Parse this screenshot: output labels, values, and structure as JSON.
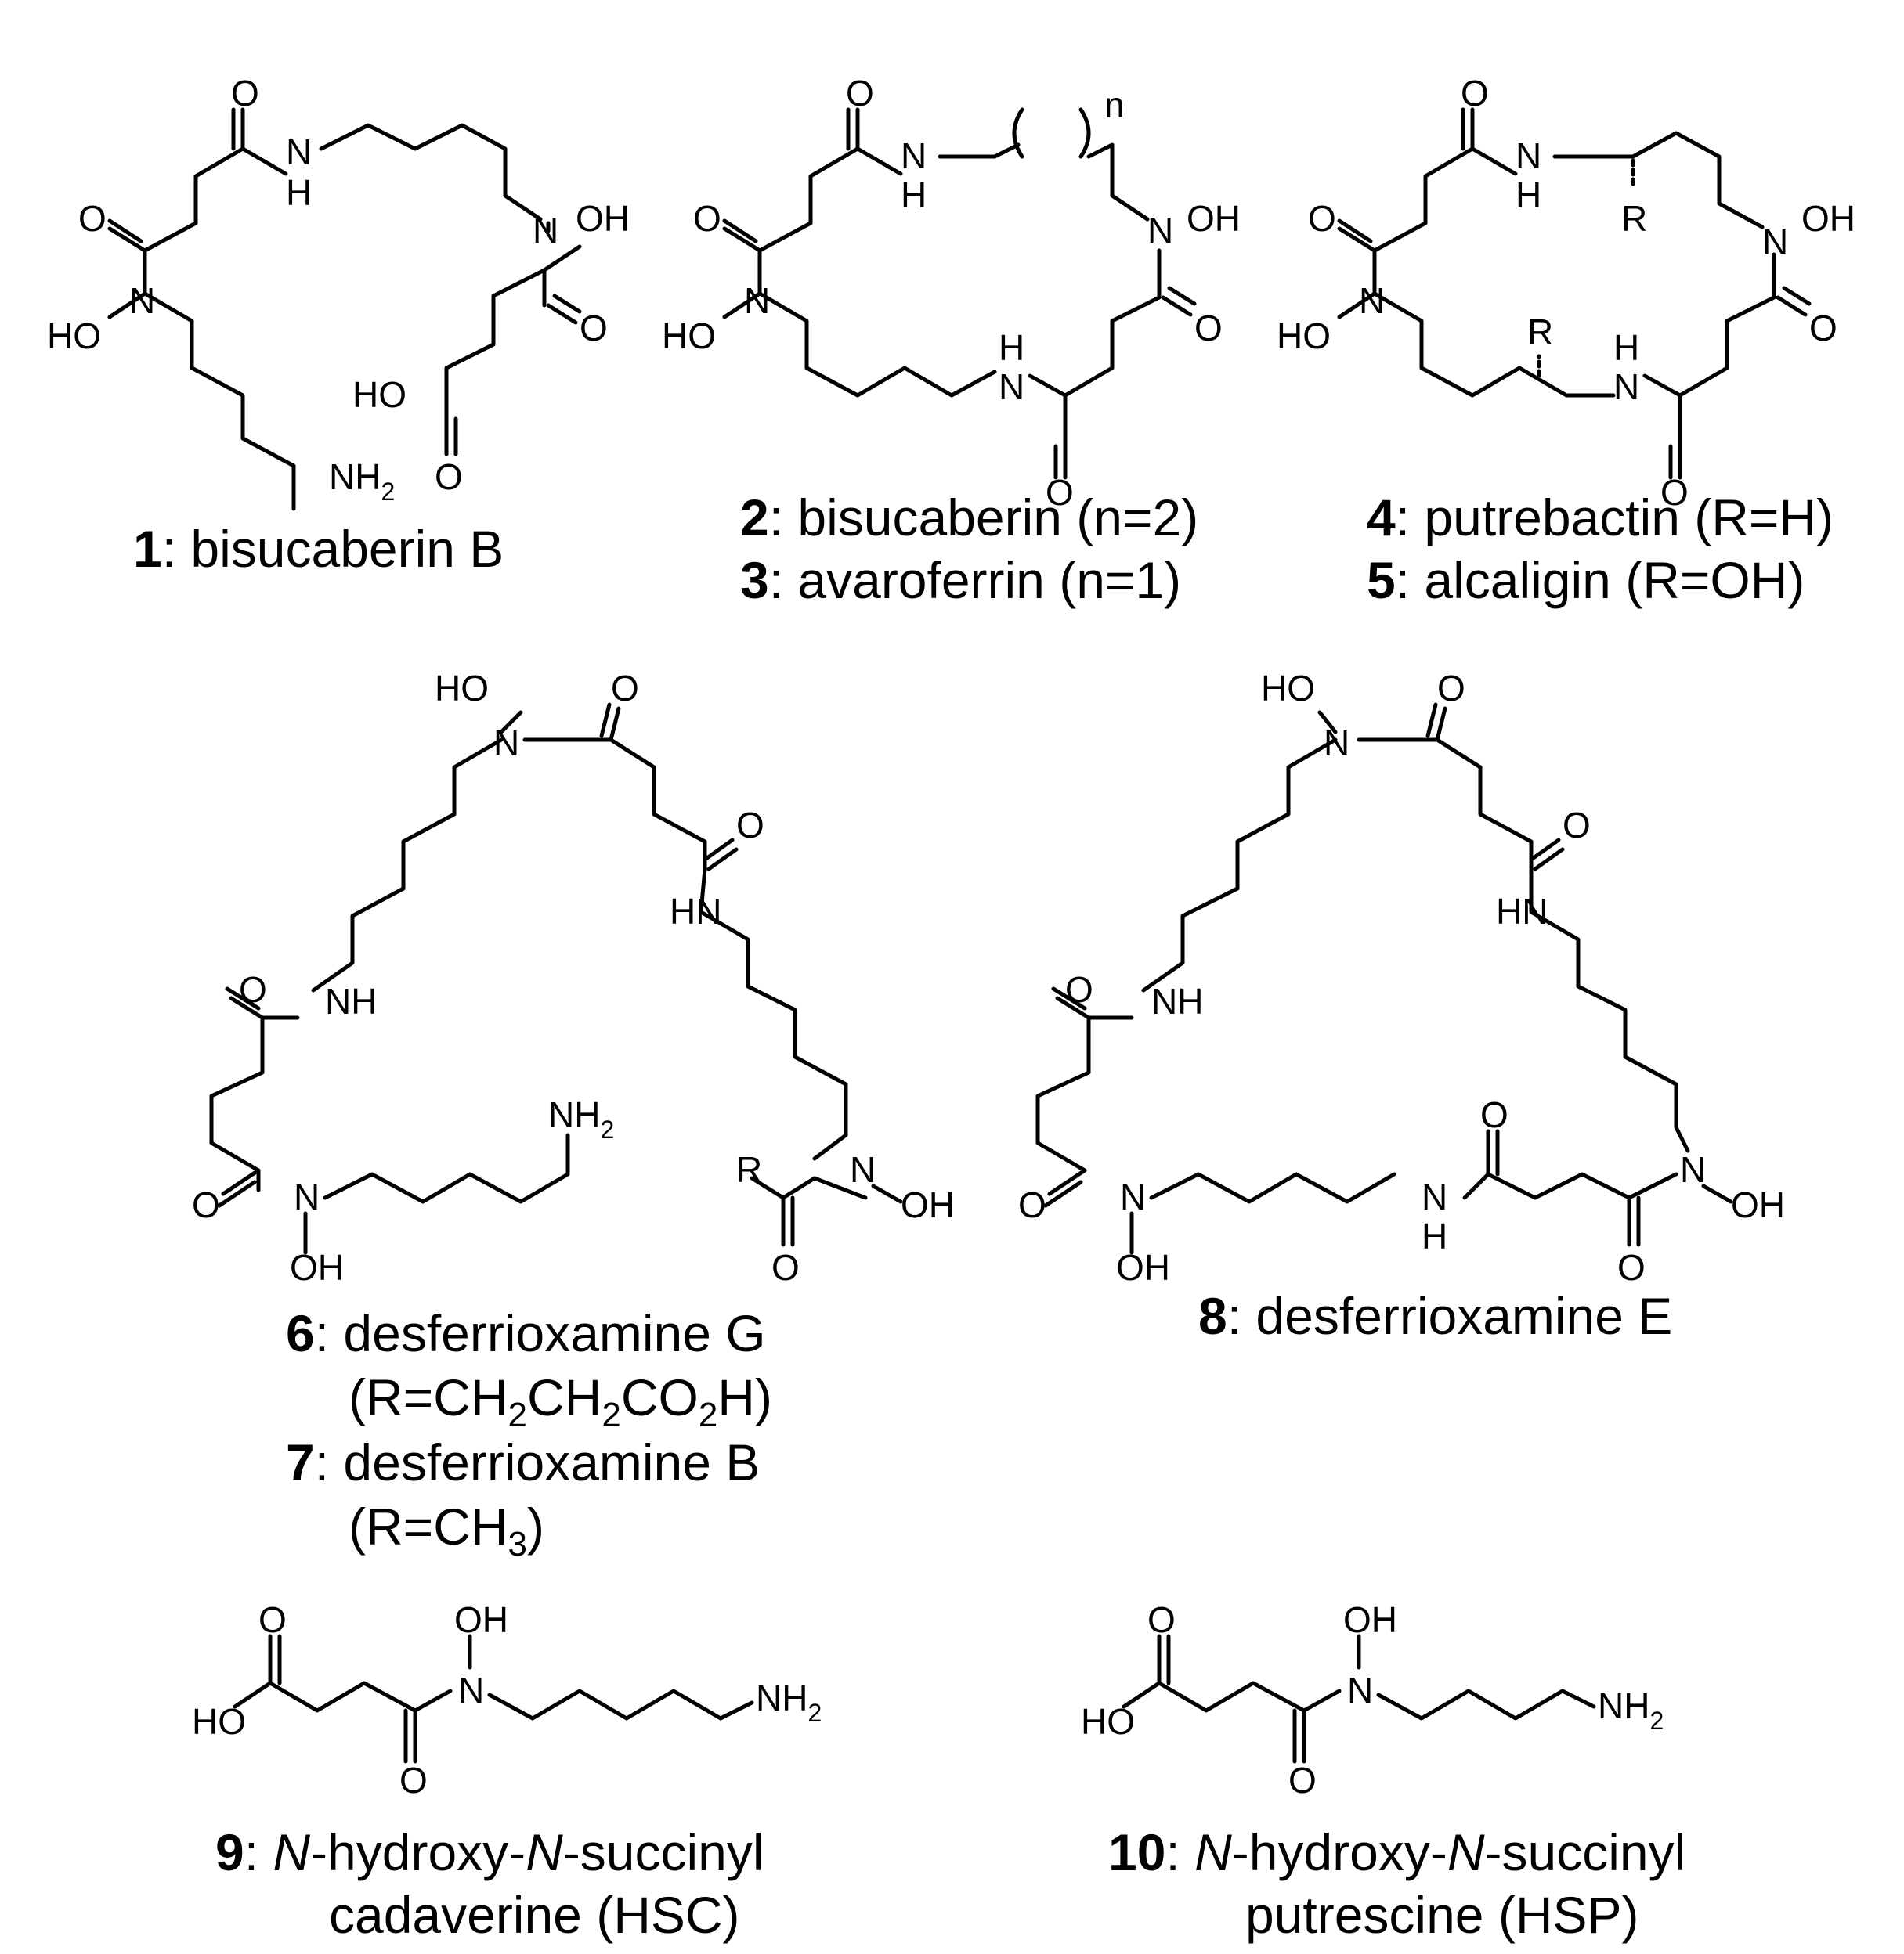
{
  "compounds": [
    {
      "num": "1",
      "name": "bisucaberin B"
    },
    {
      "num": "2",
      "name": "bisucaberin (n=2)"
    },
    {
      "num": "3",
      "name": "avaroferrin (n=1)"
    },
    {
      "num": "4",
      "name": "putrebactin (R=H)"
    },
    {
      "num": "5",
      "name": "alcaligin (R=OH)"
    },
    {
      "num": "6",
      "name": "desferrioxamine G",
      "formula": [
        "(R=CH",
        "2",
        "CH",
        "2",
        "CO",
        "2",
        "H)"
      ]
    },
    {
      "num": "7",
      "name": "desferrioxamine B",
      "formula": [
        "(R=CH",
        "3",
        ")"
      ]
    },
    {
      "num": "8",
      "name": "desferrioxamine E"
    },
    {
      "num": "9",
      "name_parts": [
        "N",
        "-hydroxy-",
        "N",
        "-succinyl"
      ],
      "line2": "cadaverine (HSC)"
    },
    {
      "num": "10",
      "name_parts": [
        "N",
        "-hydroxy-",
        "N",
        "-succinyl"
      ],
      "line2": "putrescine (HSP)"
    }
  ],
  "atoms": {
    "O": "O",
    "N": "N",
    "H": "H",
    "NH": "NH",
    "HN": "HN",
    "OH": "OH",
    "HO": "HO",
    "NH2": "NH",
    "sub2": "2",
    "R": "R",
    "n": "n"
  }
}
